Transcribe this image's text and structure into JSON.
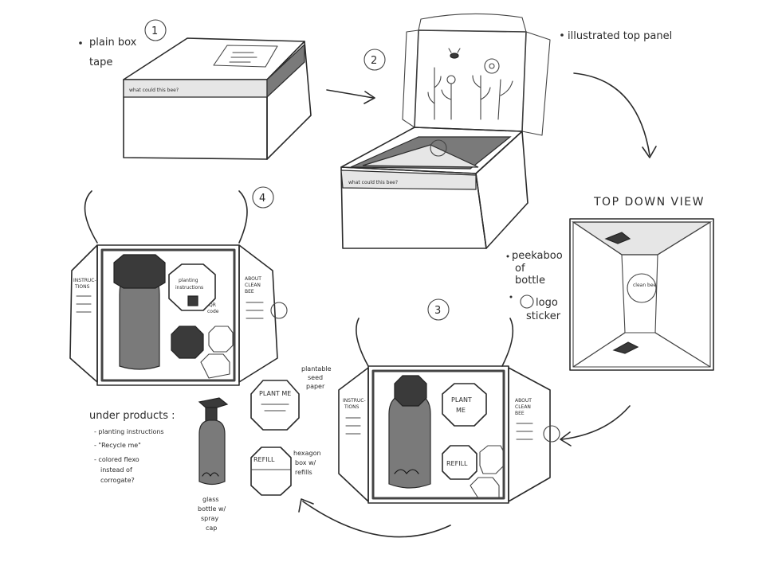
{
  "steps": {
    "s1": "1",
    "s2": "2",
    "s3": "3",
    "s4": "4"
  },
  "notes": {
    "plain_box": "plain box",
    "tape": "tape",
    "tape_text": "what could this bee?",
    "illustrated": "illustrated top panel",
    "top_down_view": "TOP DOWN VIEW",
    "peekaboo_1": "peekaboo",
    "peekaboo_2": "of",
    "peekaboo_3": "bottle",
    "logo_1": "logo",
    "logo_2": "sticker",
    "sticker_text": "clean bee",
    "under_title": "under products :",
    "under_1": "- planting instructions",
    "under_2": "- \"Recycle me\"",
    "under_3a": "- colored flexo",
    "under_3b": "instead of",
    "under_3c": "corrogate?",
    "plantable_1": "plantable",
    "plantable_2": "seed",
    "plantable_3": "paper",
    "plant_me": "PLANT ME",
    "plant": "PLANT",
    "me": "ME",
    "refill": "REFILL",
    "hex_1": "hexagon",
    "hex_2": "box w/",
    "hex_3": "refills",
    "glass_1": "glass",
    "glass_2": "bottle w/",
    "glass_3": "spray",
    "glass_4": "cap",
    "planting_1": "planting",
    "planting_2": "instructions",
    "qr_1": "QR",
    "qr_2": "code",
    "instructions_1": "INSTRUC-",
    "instructions_2": "TIONS",
    "about_1": "ABOUT",
    "about_2": "CLEAN",
    "about_3": "BEE"
  }
}
